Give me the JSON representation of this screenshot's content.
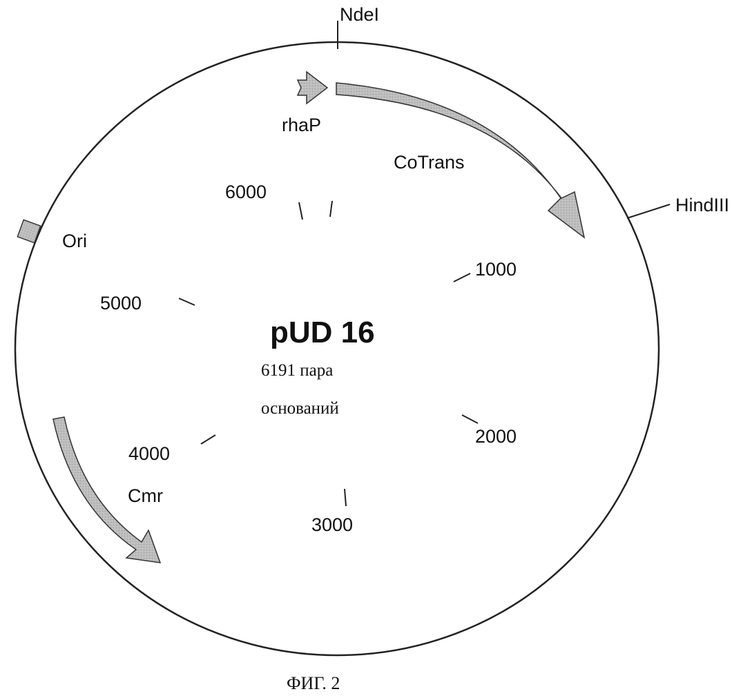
{
  "plasmid": {
    "name": "pUD 16",
    "size_line1": "6191 пара",
    "size_line2": "оснований"
  },
  "sites": {
    "ndei": "NdeI",
    "hindiii": "HindIII"
  },
  "features": {
    "promoter": "rhaP",
    "cotrans": "CoTrans",
    "origin": "Ori",
    "cmr": "Cmr"
  },
  "ticks": {
    "t1000": "1000",
    "t2000": "2000",
    "t3000": "3000",
    "t4000": "4000",
    "t5000": "5000",
    "t6000": "6000"
  },
  "caption": "ФИГ. 2",
  "colors": {
    "feature_fill": "#b8b8b8",
    "outline": "#222222"
  }
}
